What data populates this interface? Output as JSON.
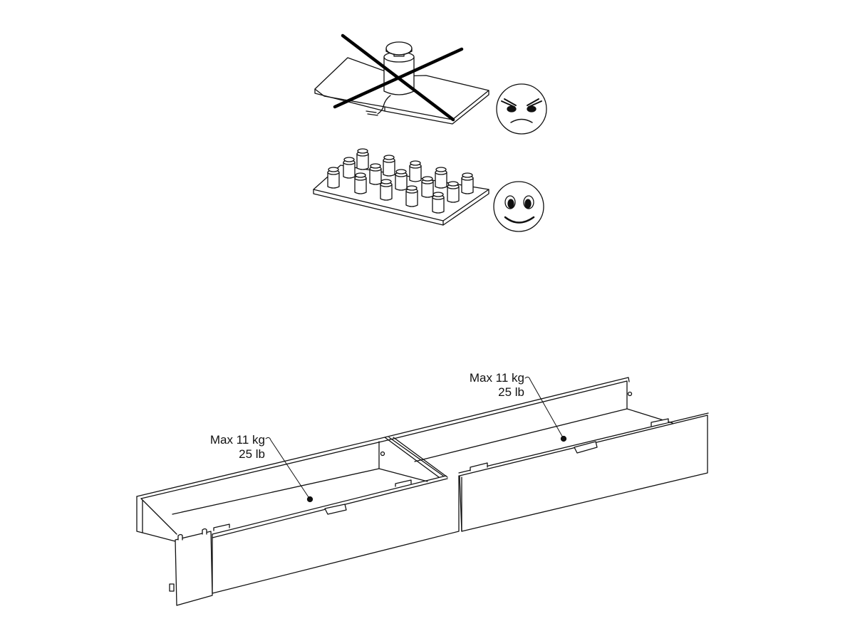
{
  "diagram": {
    "type": "assembly-instruction",
    "top_panels": [
      {
        "id": "incorrect",
        "description": "single heavy weight centered on bending shelf",
        "marked": "crossed-out",
        "face": "angry-face-icon"
      },
      {
        "id": "correct",
        "description": "many small weights evenly distributed on flat shelf",
        "marked": "none",
        "face": "happy-face-icon"
      }
    ],
    "drawers": [
      {
        "id": "left-drawer",
        "label": {
          "line1": "Max 11 kg",
          "line2": "25 lb"
        }
      },
      {
        "id": "right-drawer",
        "label": {
          "line1": "Max 11 kg",
          "line2": "25 lb"
        }
      }
    ],
    "colors": {
      "line": "#111111",
      "background": "#ffffff"
    }
  }
}
